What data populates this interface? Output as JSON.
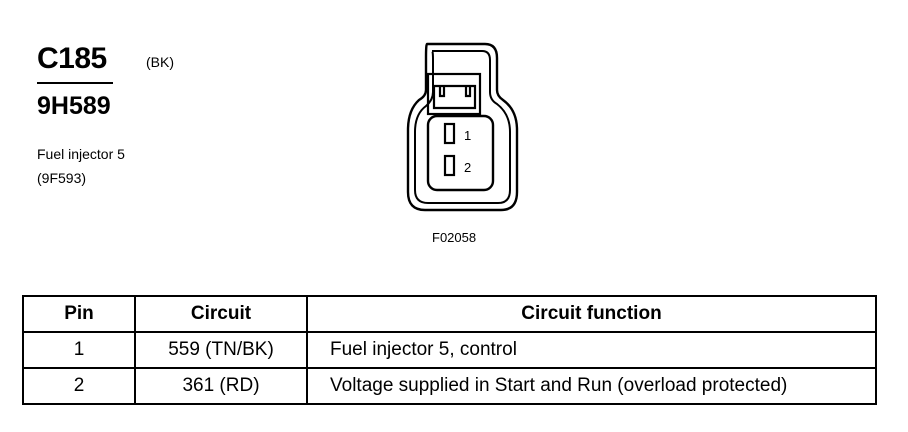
{
  "connector": {
    "id": "C185",
    "color_code": "(BK)",
    "harness_part": "9H589",
    "component_name": "Fuel injector 5",
    "component_part": "(9F593)",
    "figure_ref": "F02058",
    "pin_labels": [
      "1",
      "2"
    ]
  },
  "table": {
    "headers": {
      "pin": "Pin",
      "circuit": "Circuit",
      "function": "Circuit function"
    },
    "rows": [
      {
        "pin": "1",
        "circuit": "559 (TN/BK)",
        "function": "Fuel injector 5, control"
      },
      {
        "pin": "2",
        "circuit": "361 (RD)",
        "function": "Voltage supplied in Start and Run (overload protected)"
      }
    ]
  }
}
